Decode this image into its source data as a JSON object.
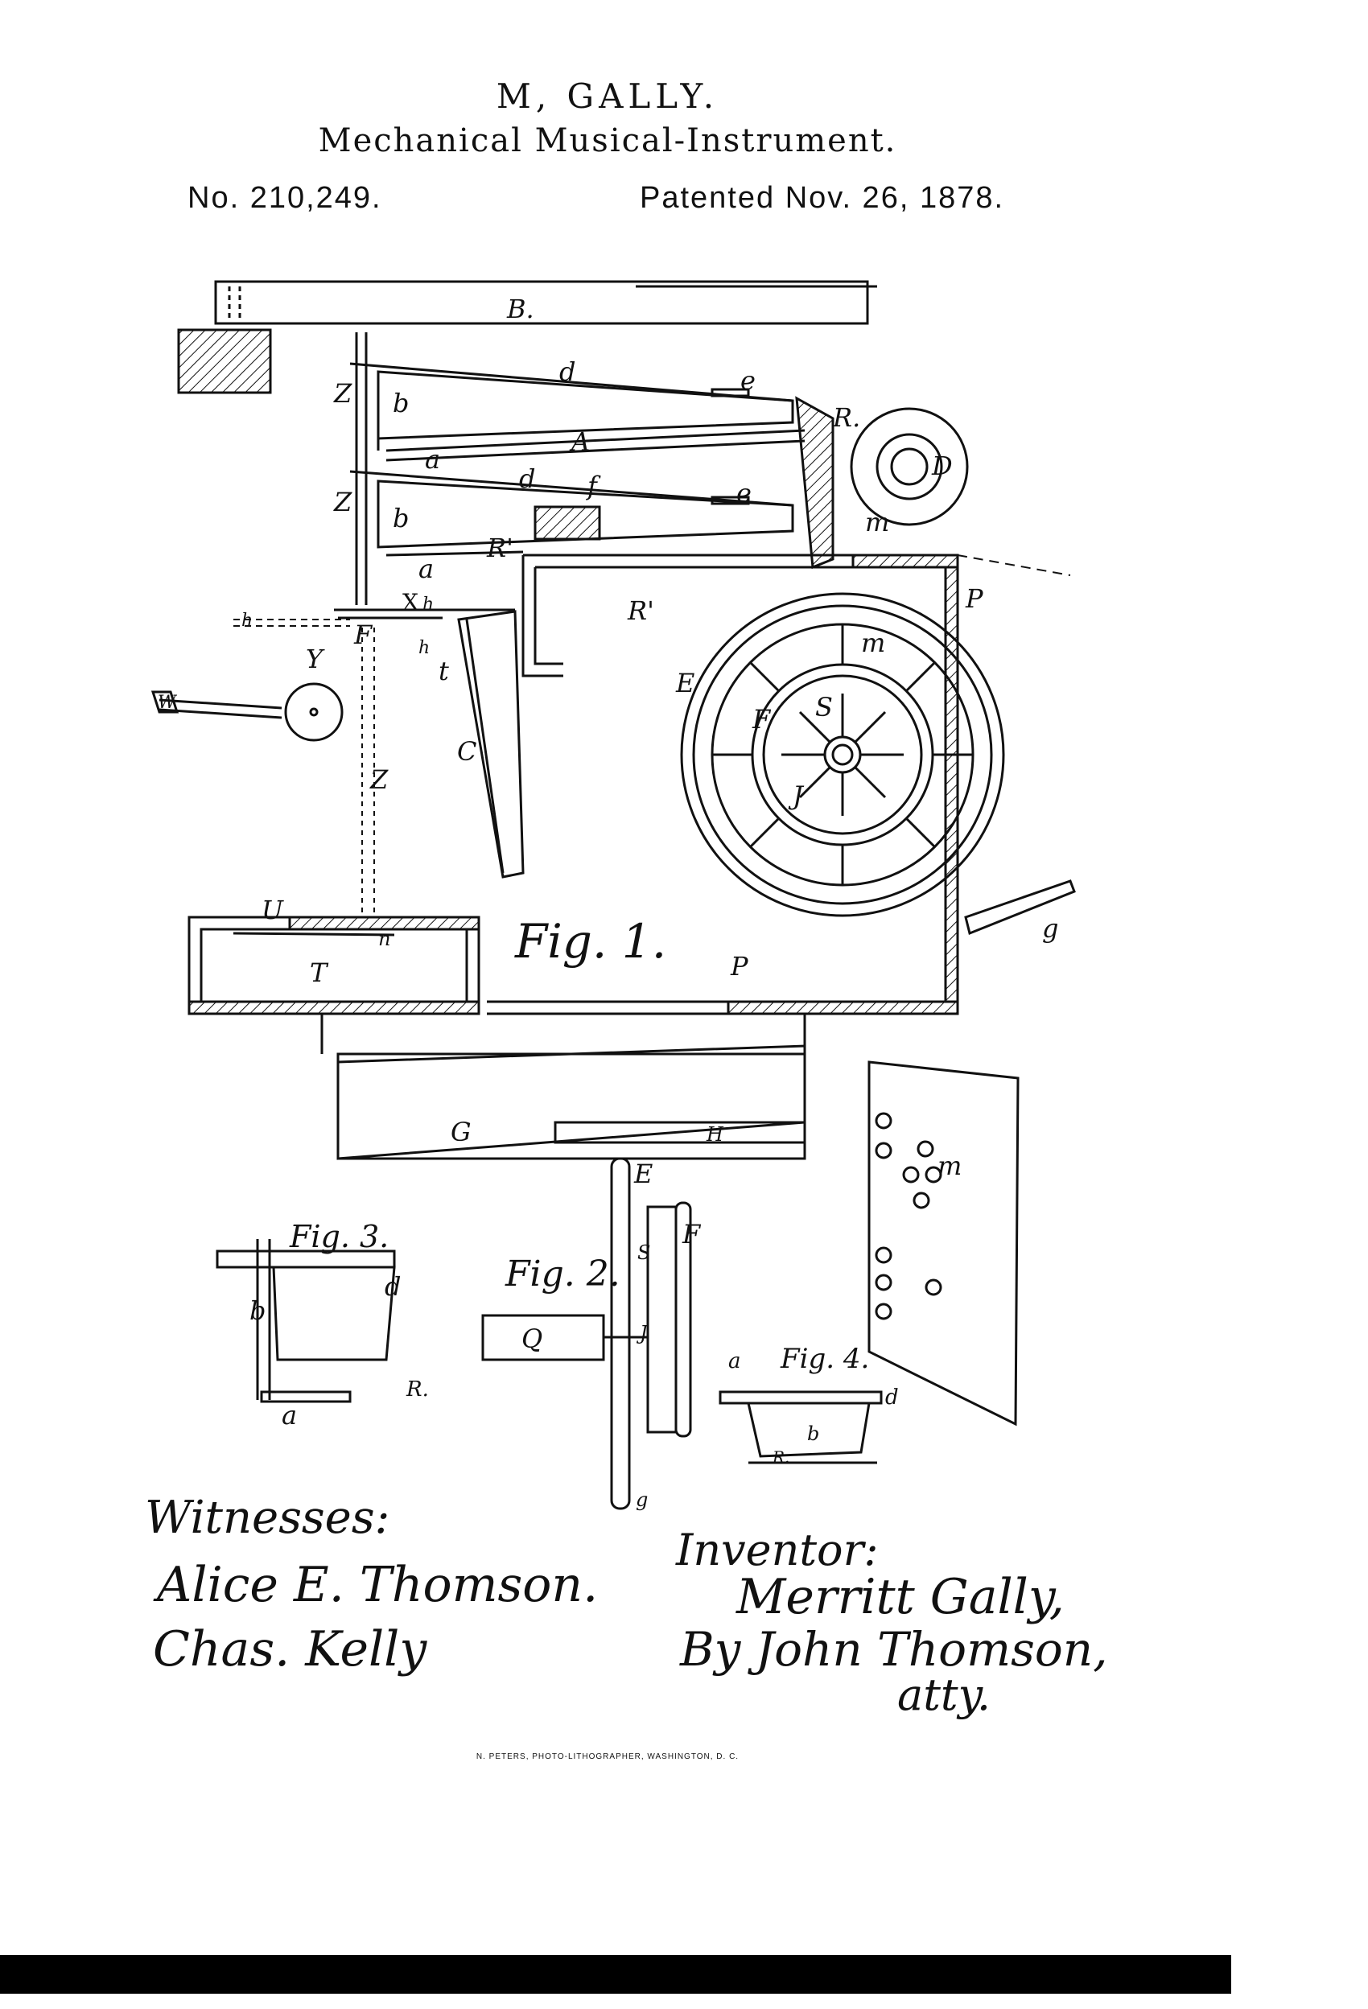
{
  "header": {
    "inventor": "M, GALLY.",
    "title": "Mechanical Musical-Instrument.",
    "patent_no": "No. 210,249.",
    "date": "Patented Nov. 26, 1878."
  },
  "figures": {
    "fig1": "Fig. 1.",
    "fig2": "Fig. 2.",
    "fig3": "Fig. 3.",
    "fig4": "Fig. 4."
  },
  "labels": {
    "B": "B.",
    "d": "d",
    "e": "e",
    "R": "R.",
    "D": "D",
    "Z": "Z",
    "b": "b",
    "a": "a",
    "A": "A",
    "f": "f",
    "Rp": "R'",
    "X": "X",
    "F": "F",
    "h": "h",
    "Y": "Y",
    "W": "W",
    "t": "t",
    "C": "C",
    "E": "E",
    "m": "m",
    "S": "S",
    "J": "J",
    "P": "P",
    "g": "g",
    "U": "U",
    "n": "n",
    "T": "T",
    "G": "G",
    "H": "H",
    "Q": "Q"
  },
  "signatures": {
    "witnesses_label": "Witnesses:",
    "witness1": "Alice E. Thomson.",
    "witness2": "Chas. Kelly",
    "inventor_label": "Inventor:",
    "inventor_sig": "Merritt Gally,",
    "by_attorney": "By John Thomson,",
    "atty": "atty."
  },
  "footer": {
    "lithographer": "N. PETERS, PHOTO-LITHOGRAPHER, WASHINGTON, D. C."
  }
}
